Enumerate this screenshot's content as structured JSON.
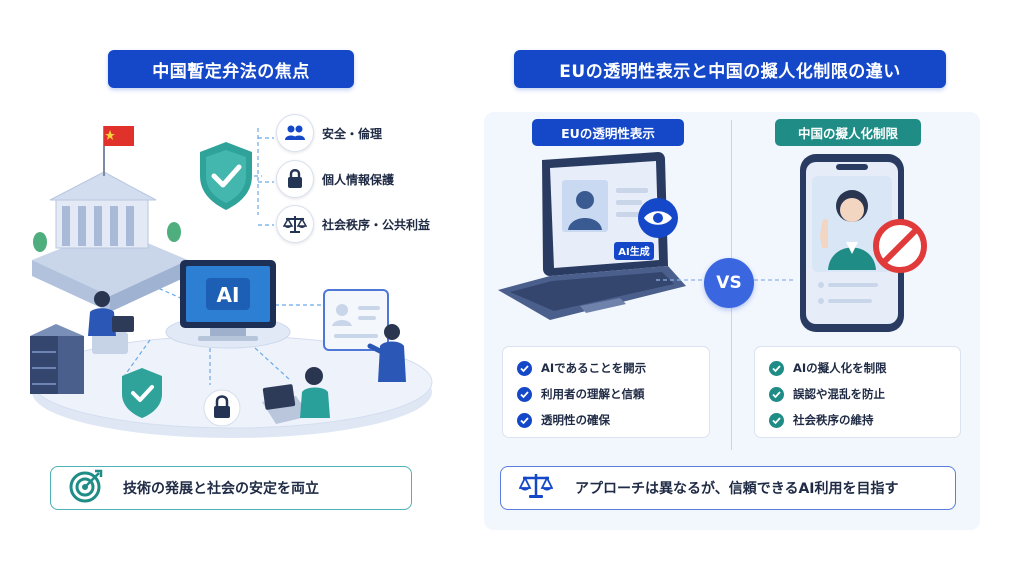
{
  "left": {
    "title": "中国暫定弁法の焦点",
    "legend": [
      {
        "icon": "people-icon",
        "label": "安全・倫理"
      },
      {
        "icon": "lock-icon",
        "label": "個人情報保護"
      },
      {
        "icon": "scales-icon",
        "label": "社会秩序・公共利益"
      }
    ],
    "monitor_label": "AI",
    "banner_text": "技術の発展と社会の安定を両立"
  },
  "right": {
    "title": "EUの透明性表示と中国の擬人化制限の違い",
    "eu": {
      "label": "EUの透明性表示",
      "badge": "AI生成",
      "checks": [
        "AIであることを開示",
        "利用者の理解と信頼",
        "透明性の確保"
      ]
    },
    "vs_label": "VS",
    "cn": {
      "label": "中国の擬人化制限",
      "checks": [
        "AIの擬人化を制限",
        "誤認や混乱を防止",
        "社会秩序の維持"
      ]
    },
    "banner_text": "アプローチは異なるが、信頼できるAI利用を目指す"
  },
  "colors": {
    "primary_blue": "#1448c8",
    "teal": "#1f8c86",
    "shield_teal": "#2fa39a",
    "prohibit_red": "#e03a3a",
    "flag_red": "#e0322b",
    "panel_bg": "#f2f6fd"
  }
}
